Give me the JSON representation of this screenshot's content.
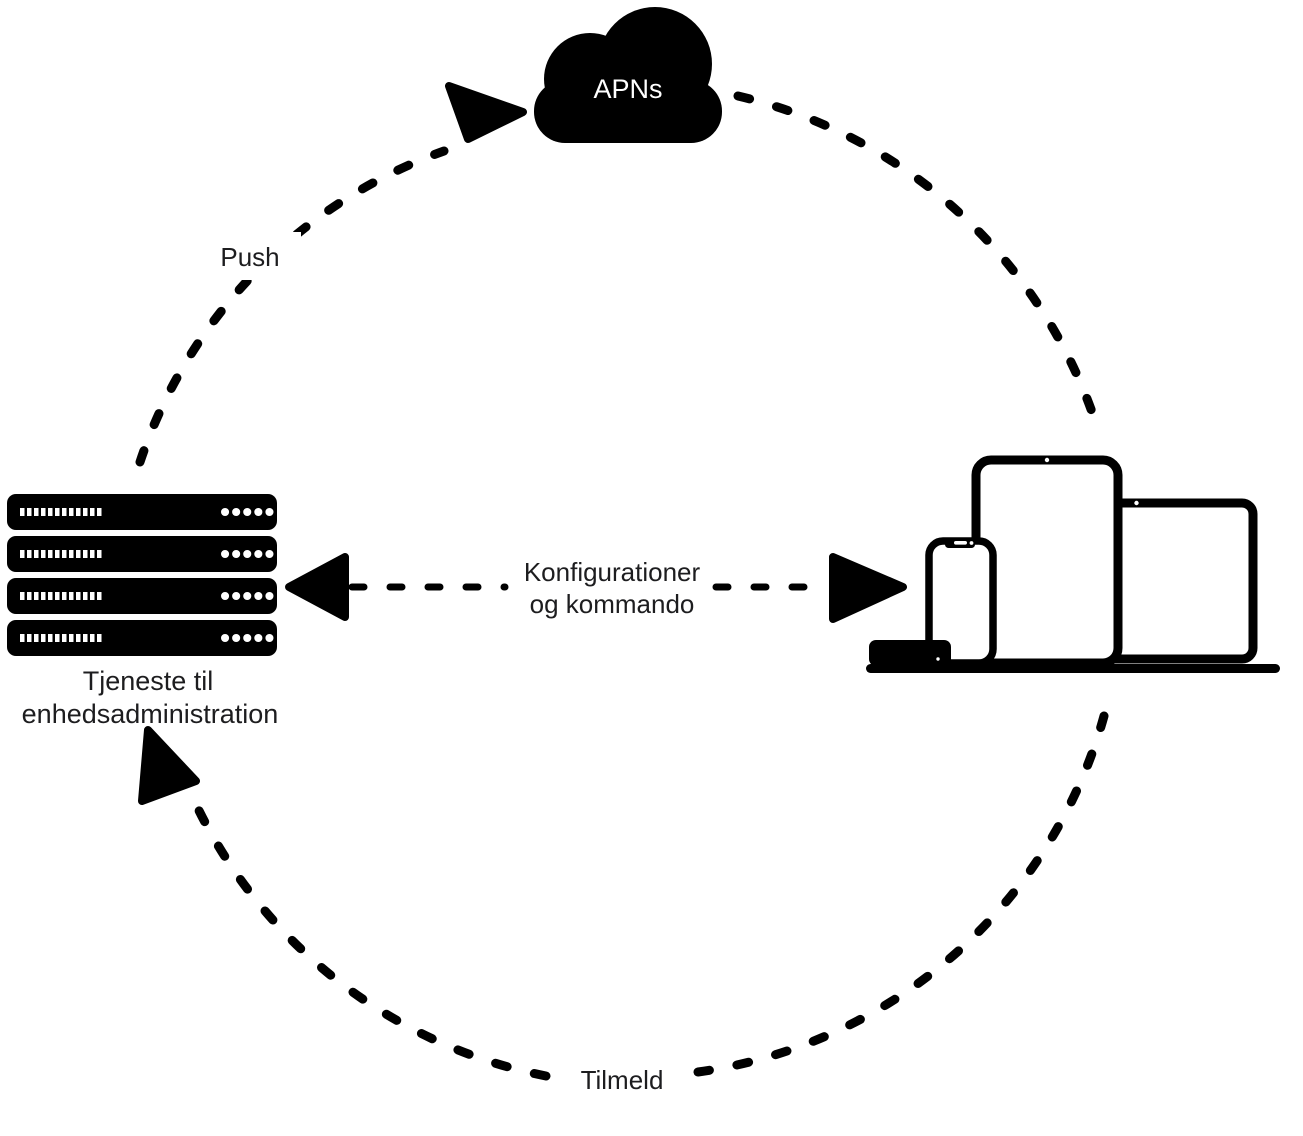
{
  "diagram": {
    "colors": {
      "ink": "#000000",
      "background": "#ffffff",
      "text": "#1d1d1f"
    },
    "nodes": {
      "apns": {
        "label": "APNs",
        "icon": "cloud-icon"
      },
      "mdm_server": {
        "label_line1": "Tjeneste til",
        "label_line2": "enhedsadministration",
        "icon": "server-rack-icon",
        "rack_units": 4
      },
      "devices": {
        "icons": [
          "apple-tv-icon",
          "iphone-icon",
          "ipad-icon",
          "macbook-icon"
        ]
      }
    },
    "edges": {
      "push": {
        "label": "Push",
        "from": "mdm_server",
        "to": "apns",
        "style": "dashed-arc-arrow"
      },
      "apns_to_devices": {
        "from": "apns",
        "to": "devices",
        "style": "dashed-arc"
      },
      "configurations": {
        "label_line1": "Konfigurationer",
        "label_line2": "og kommando",
        "from": "mdm_server",
        "to": "devices",
        "style": "dashed-double-arrow"
      },
      "enroll": {
        "label": "Tilmeld",
        "from": "devices",
        "to": "mdm_server",
        "style": "dashed-arc-arrow"
      }
    }
  }
}
